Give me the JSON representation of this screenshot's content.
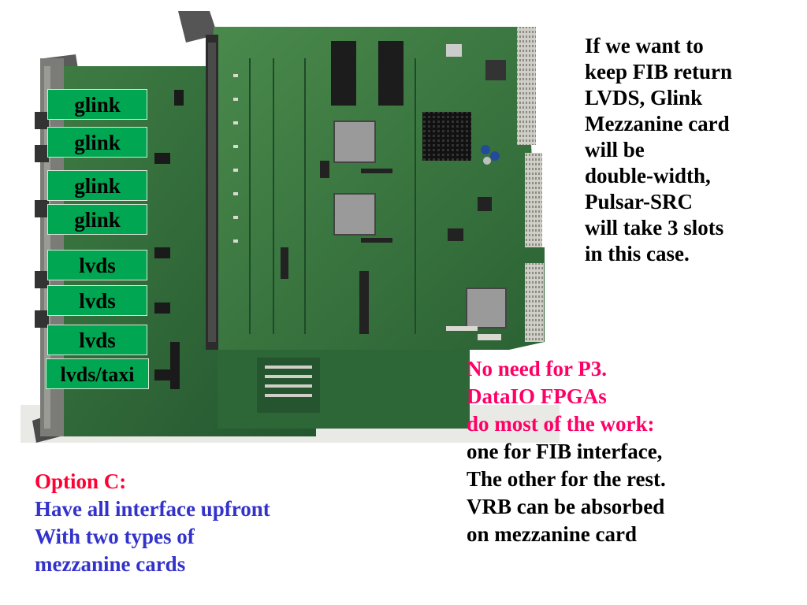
{
  "board_labels": [
    "glink",
    "glink",
    "glink",
    "glink",
    "lvds",
    "lvds",
    "lvds",
    "lvds/taxi"
  ],
  "right_text": [
    "If we want to",
    "keep FIB return",
    "LVDS, Glink",
    "Mezzanine card",
    "will be",
    "double-width,",
    "Pulsar-SRC",
    "will take 3 slots",
    "in this case."
  ],
  "mid_text_pink": [
    "No need for P3.",
    "DataIO FPGAs",
    "do most of  the work:"
  ],
  "mid_text_black": [
    "one for  FIB interface,",
    "The other for the rest.",
    "VRB can be absorbed",
    "on mezzanine card"
  ],
  "option_title": "Option C:",
  "option_lines": [
    "Have all interface upfront",
    "With two types of",
    "mezzanine cards"
  ],
  "colors": {
    "label_green": "#00a651",
    "pink": "#ff0066",
    "red": "#ff0033",
    "blue": "#3333cc",
    "board_green": "#2e6b3a"
  }
}
